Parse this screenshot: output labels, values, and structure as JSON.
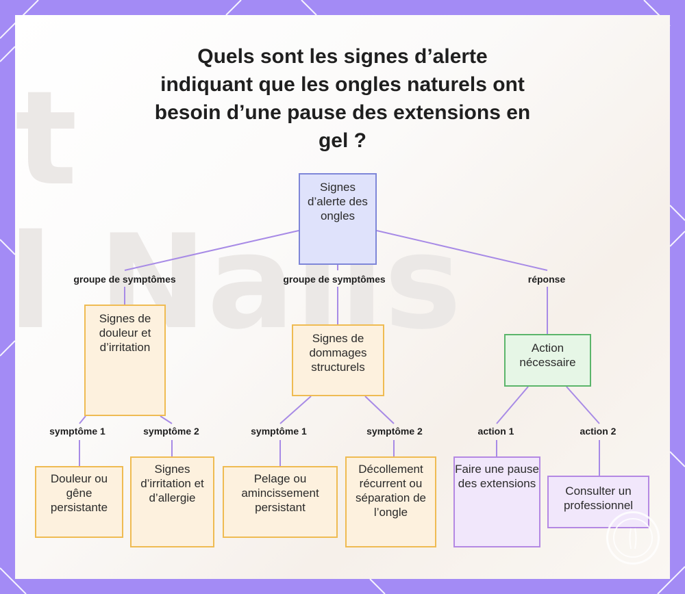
{
  "title": "Quels sont les signes d’alerte indiquant que les ongles naturels ont besoin d’une pause des extensions en gel ?",
  "nodes": {
    "root": "Signes d’alerte des ongles",
    "pain": "Signes de douleur et d’irritation",
    "damage": "Signes de dommages structurels",
    "action": "Action nécessaire",
    "pain_s1": "Douleur ou gêne persistante",
    "pain_s2": "Signes d’irritation et d’allergie",
    "damage_s1": "Pelage ou amincissement persistant",
    "damage_s2": "Décollement récurrent ou séparation de l’ongle",
    "action_1": "Faire une pause des extensions",
    "action_2": "Consulter un professionnel"
  },
  "edge_labels": {
    "group_left": "groupe de symptômes",
    "group_mid": "groupe de symptômes",
    "response": "réponse",
    "pain_s1": "symptôme 1",
    "pain_s2": "symptôme 2",
    "damage_s1": "symptôme 1",
    "damage_s2": "symptôme 2",
    "action_1": "action 1",
    "action_2": "action 2"
  },
  "colors": {
    "frame": "#a38bf5",
    "root": "#dfe2fb",
    "group": "#fdf1de",
    "action": "#e6f6e6",
    "action_leaf": "#f1e7fb",
    "connector": "#a78ae6"
  }
}
